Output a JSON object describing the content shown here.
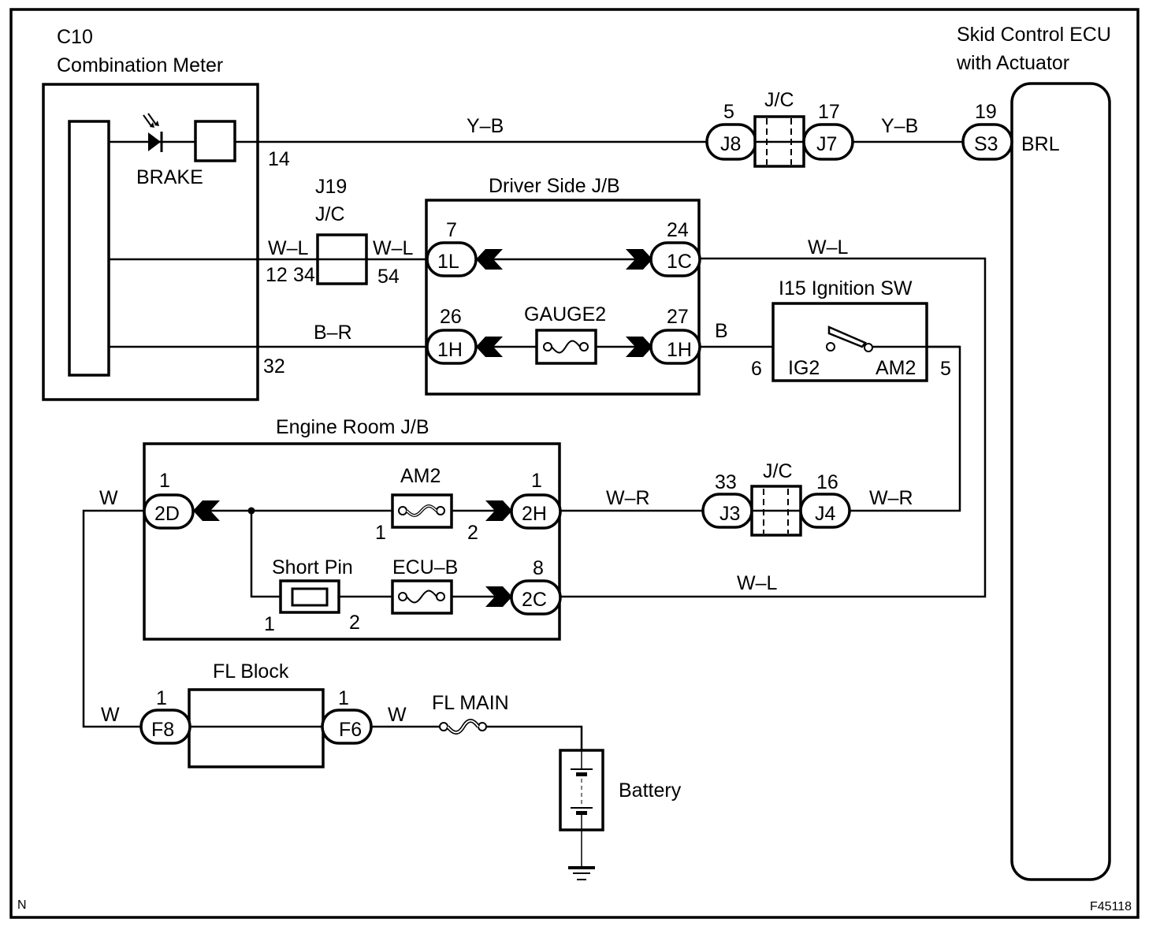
{
  "diagram": {
    "figure_id": "F45118",
    "corner_mark": "N",
    "components": {
      "combination_meter": {
        "code": "C10",
        "name": "Combination Meter",
        "lamp_label": "BRAKE",
        "pins": {
          "brake": "14",
          "wl_a": "12",
          "br": "32"
        }
      },
      "skid_ecu": {
        "name_line1": "Skid Control ECU",
        "name_line2": "with Actuator",
        "terminal": "BRL",
        "connector": "S3",
        "pin": "19"
      },
      "jc_top": {
        "label": "J/C",
        "left_connector": "J8",
        "left_pin": "5",
        "right_connector": "J7",
        "right_pin": "17"
      },
      "j19": {
        "code": "J19",
        "label": "J/C",
        "left_pin": "34",
        "right_pin": "54"
      },
      "driver_jb": {
        "name": "Driver Side J/B",
        "fuse": "GAUGE2",
        "connectors": [
          {
            "id": "1L",
            "pin": "7"
          },
          {
            "id": "1C",
            "pin": "24"
          },
          {
            "id": "1H",
            "pin": "26"
          },
          {
            "id": "1H",
            "pin": "27"
          }
        ]
      },
      "ignition_sw": {
        "name": "I15 Ignition SW",
        "term_left": "IG2",
        "term_right": "AM2",
        "pin_left": "6",
        "pin_right": "5"
      },
      "engine_jb": {
        "name": "Engine Room J/B",
        "fuse_am2": "AM2",
        "fuse_ecub": "ECU–B",
        "short_pin": "Short Pin",
        "pin_labels": {
          "am2_in": "1",
          "am2_out": "2",
          "sp_in": "1",
          "sp_out": "2"
        },
        "connectors": [
          {
            "id": "2D",
            "pin": "1"
          },
          {
            "id": "2H",
            "pin": "1"
          },
          {
            "id": "2C",
            "pin": "8"
          }
        ]
      },
      "jc_mid": {
        "label": "J/C",
        "left_connector": "J3",
        "left_pin": "33",
        "right_connector": "J4",
        "right_pin": "16"
      },
      "fl_block": {
        "name": "FL Block",
        "left_connector": "F8",
        "left_pin": "1",
        "right_connector": "F6",
        "right_pin": "1"
      },
      "fl_main": {
        "name": "FL MAIN"
      },
      "battery": {
        "name": "Battery"
      }
    },
    "wire_colors": {
      "brake_to_jc": "Y–B",
      "jc_to_ecu": "Y–B",
      "meter_to_j19": "W–L",
      "j19_to_jb": "W–L",
      "jb_1c_out": "W–L",
      "meter_to_1h": "B–R",
      "jb_1h_out": "B",
      "2h_to_j3": "W–R",
      "j4_to_ig": "W–R",
      "2c_out": "W–L",
      "2d_w": "W",
      "f8_w": "W",
      "f6_w": "W"
    }
  }
}
